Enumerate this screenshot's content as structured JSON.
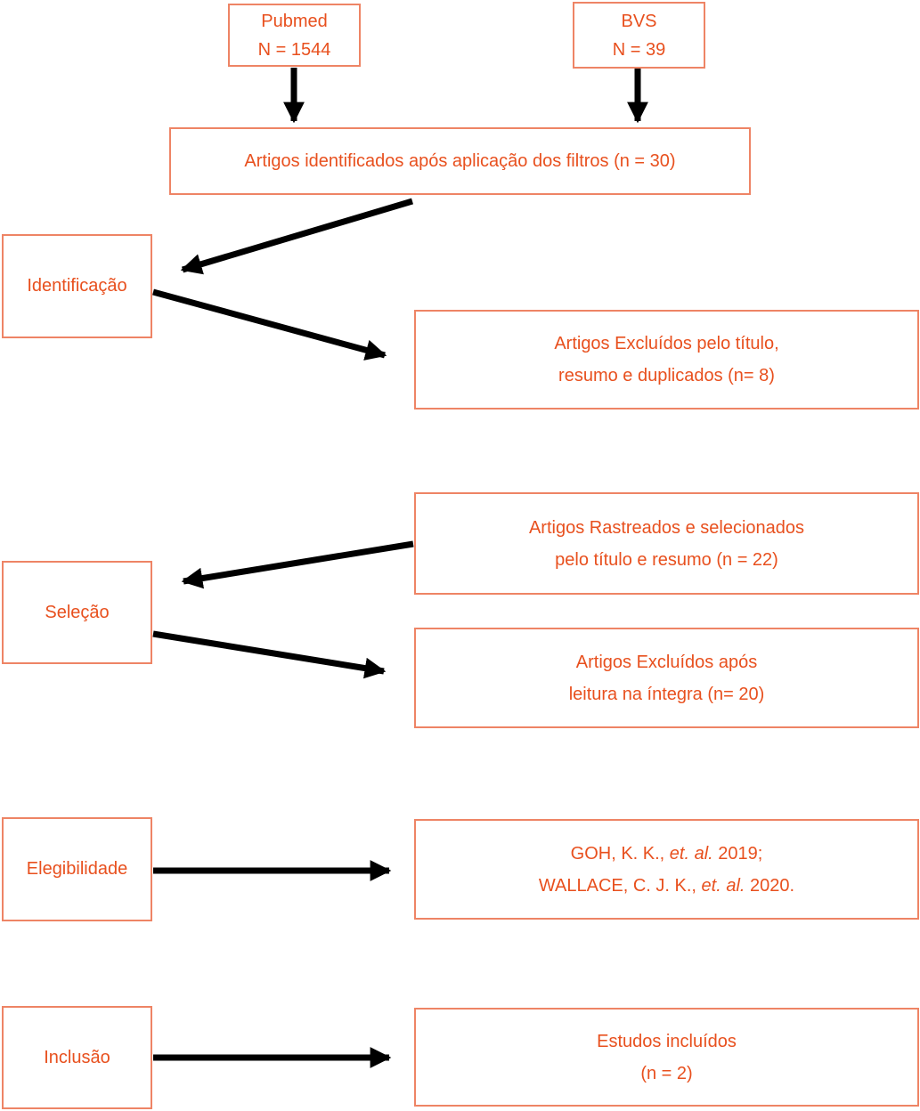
{
  "colors": {
    "accent_text": "#e8501e",
    "box_border": "#ee8465",
    "arrow": "#000000",
    "background": "#ffffff"
  },
  "sources": [
    {
      "name": "Pubmed",
      "count_label": "N = 1544"
    },
    {
      "name": "BVS",
      "count_label": "N = 39"
    }
  ],
  "filter_box": {
    "text": "Artigos identificados após aplicação dos filtros (n = 30)"
  },
  "stages": [
    {
      "label": "Identificação"
    },
    {
      "label": "Seleção"
    },
    {
      "label": "Elegibilidade"
    },
    {
      "label": "Inclusão"
    }
  ],
  "result_boxes": {
    "excluded_title": {
      "line1": "Artigos Excluídos pelo título,",
      "line2": "resumo e duplicados (n= 8)"
    },
    "screened": {
      "line1": "Artigos Rastreados e selecionados",
      "line2": "pelo título e resumo (n = 22)"
    },
    "excluded_fulltext": {
      "line1": "Artigos Excluídos após",
      "line2": "leitura na íntegra (n= 20)"
    },
    "eligible": {
      "line1_pre": "GOH, K. K., ",
      "line1_italic": "et. al.",
      "line1_post": " 2019;",
      "line2_pre": "WALLACE, C. J. K., ",
      "line2_italic": "et. al.",
      "line2_post": " 2020."
    },
    "included": {
      "line1": "Estudos incluídos",
      "line2": "(n = 2)"
    }
  }
}
